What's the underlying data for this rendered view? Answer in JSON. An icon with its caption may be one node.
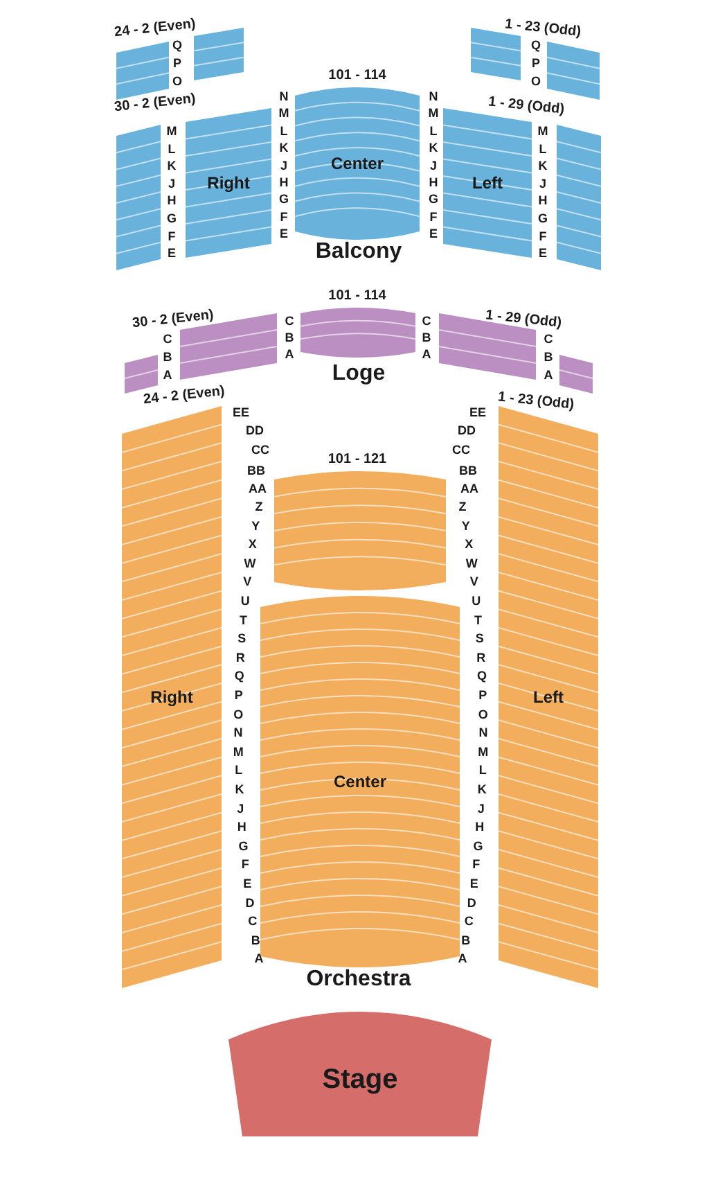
{
  "diagram": {
    "nodes": [
      {
        "text": [],
        "shape": "box"
      },
      {
        "text": [],
        "shape": "box"
      },
      {
        "text": [],
        "shape": "box"
      },
      {
        "text": [],
        "shape": "box"
      },
      {
        "text": [],
        "shape": "box"
      },
      {
        "text": [
          "Right"
        ]
      },
      {
        "text": [
          "Center"
        ]
      },
      {
        "text": [
          "Left"
        ]
      },
      {
        "text": [],
        "shape": "box"
      },
      {
        "text": [],
        "shape": "box"
      },
      {
        "text": [],
        "shape": "box"
      },
      {
        "text": [],
        "shape": "box"
      },
      {
        "text": [],
        "shape": "box"
      },
      {
        "text": [],
        "shape": "box"
      },
      {
        "text": [
          "Right"
        ]
      },
      {
        "text": [],
        "shape": "box"
      },
      {
        "text": [
          "Center"
        ]
      },
      {
        "text": [
          "Left"
        ]
      },
      {
        "text": [
          "Stage"
        ]
      }
    ],
    "labels": [
      "24 - 2 (Even)",
      "1 - 23 (Odd)",
      "Q",
      "P",
      "O",
      "Q",
      "P",
      "O",
      "101 - 114",
      "30 - 2 (Even)",
      "1 - 29 (Odd)",
      "M",
      "L",
      "K",
      "J",
      "H",
      "G",
      "F",
      "E",
      "N",
      "M",
      "L",
      "K",
      "J",
      "H",
      "G",
      "F",
      "E",
      "N",
      "M",
      "L",
      "K",
      "J",
      "H",
      "G",
      "F",
      "E",
      "M",
      "L",
      "K",
      "J",
      "H",
      "G",
      "F",
      "E",
      "Balcony",
      "101 - 114",
      "30 - 2 (Even)",
      "1 - 29 (Odd)",
      "C",
      "B",
      "A",
      "C",
      "B",
      "A",
      "C",
      "B",
      "A",
      "C",
      "B",
      "A",
      "Loge",
      "24 - 2 (Even)",
      "1 - 23 (Odd)",
      "101 - 121",
      "EE",
      "DD",
      "CC",
      "BB",
      "AA",
      "Z",
      "Y",
      "X",
      "W",
      "V",
      "U",
      "T",
      "S",
      "R",
      "Q",
      "P",
      "O",
      "N",
      "M",
      "L",
      "K",
      "J",
      "H",
      "G",
      "F",
      "E",
      "D",
      "C",
      "B",
      "A",
      "EE",
      "DD",
      "CC",
      "BB",
      "AA",
      "Z",
      "Y",
      "X",
      "W",
      "V",
      "U",
      "T",
      "S",
      "R",
      "Q",
      "P",
      "O",
      "N",
      "M",
      "L",
      "K",
      "J",
      "H",
      "G",
      "F",
      "E",
      "D",
      "C",
      "B",
      "A",
      "Orchestra"
    ]
  }
}
